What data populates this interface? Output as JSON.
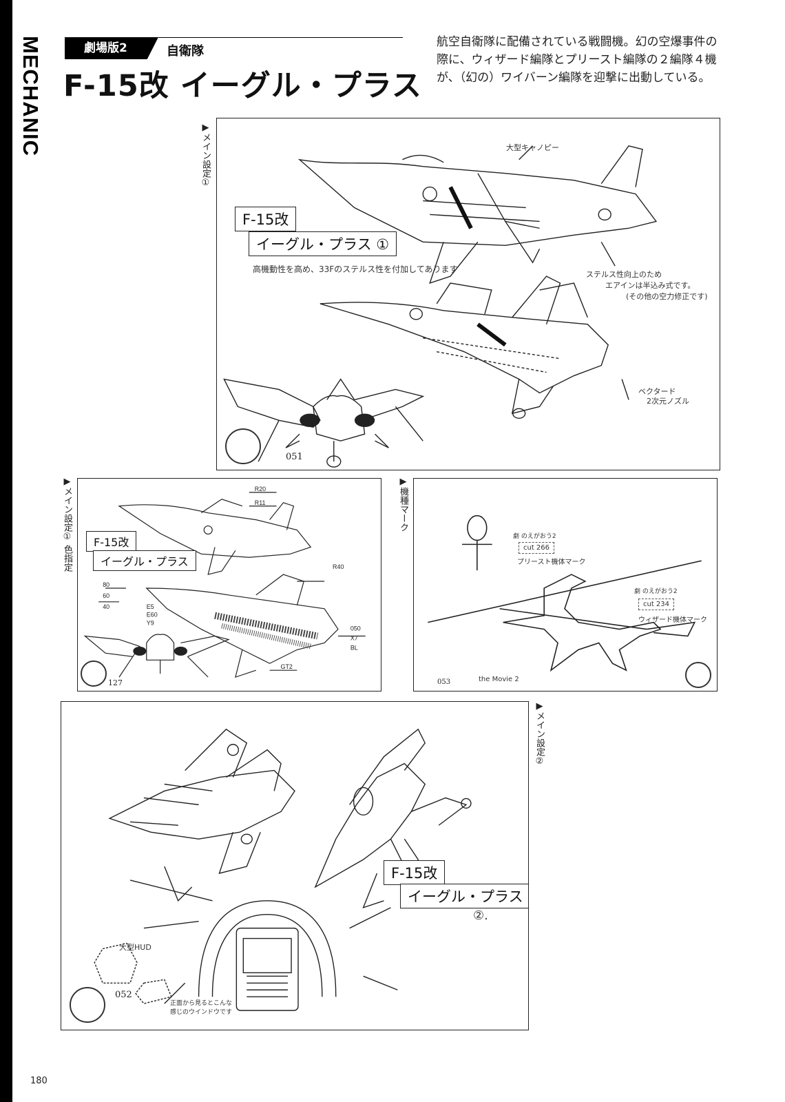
{
  "side_label": "MECHANIC",
  "header": {
    "tag": "劇場版2",
    "subtag": "自衛隊",
    "title": "F-15改 イーグル・プラス"
  },
  "description": "航空自衛隊に配備されている戦闘機。幻の空爆事件の際に、ウィザード編隊とプリースト編隊の２編隊４機が、（幻の）ワイバーン編隊を迎撃に出動している。",
  "panels": {
    "main1": {
      "caption": "▶メイン設定①",
      "number": "051",
      "card_line1": "F-15改",
      "card_line2": "イーグル・プラス ①",
      "note_main": "高機動性を高め、33Fのステルス性を付加してあります",
      "note_canopy": "大型キャノピー",
      "note_stealth1": "ステルス性向上のため",
      "note_stealth2": "エアインは半込み式です。",
      "note_stealth3": "(その他の空力修正です)",
      "note_nozzle1": "ベクタード",
      "note_nozzle2": "2次元ノズル"
    },
    "color": {
      "caption": "▶メイン設定① 色指定",
      "number": "127",
      "card_line1": "F-15改",
      "card_line2": "イーグル・プラス",
      "codes": [
        "R20",
        "R11",
        "R40",
        "050",
        "X7",
        "BL",
        "GT2",
        "80",
        "60",
        "40",
        "E5",
        "E60",
        "Y9"
      ]
    },
    "mark": {
      "caption": "▶機種マーク",
      "number": "053",
      "label1_line1": "劇 のえがおう2",
      "label1_line2": "cut 266",
      "label1_line3": "プリースト機体マーク",
      "label2_line1": "劇 のえがおう2",
      "label2_line2": "cut 234",
      "label2_line3": "ウィザード機体マーク",
      "signature": "the Movie 2"
    },
    "main2": {
      "caption": "▶メイン設定②",
      "number": "052",
      "card_line1": "F-15改",
      "card_line2": "イーグル・プラス",
      "card_line3": "②.",
      "note_hud": "大型HUD",
      "note_front": "正面から見るとこんな感じのウインドウです"
    }
  },
  "page_number": "180",
  "icons": [
    "bear-stamp-icon",
    "ankh-icon",
    "witch-silhouette-icon"
  ]
}
